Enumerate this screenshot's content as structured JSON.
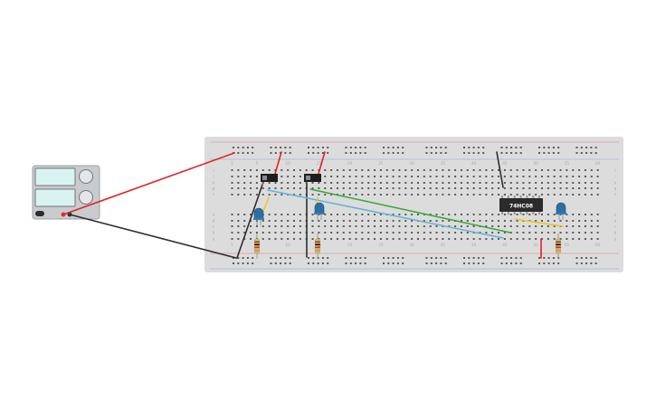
{
  "power_supply": {
    "name": "DC power supply",
    "colors": {
      "body": "#c9cccf",
      "display": "#d9f3f2",
      "knob": "#e4e6e8",
      "plus": "#e03232",
      "minus": "#333333"
    }
  },
  "breadboard": {
    "colors": {
      "board": "#dcdcdc",
      "hole": "#5a5a5a",
      "red_rail": "#d94141",
      "blue_rail": "#4a6fd1",
      "text": "#a9a9a9"
    },
    "column_labels": [
      "1",
      "5",
      "10",
      "15",
      "20",
      "25",
      "30",
      "35",
      "40",
      "45",
      "50",
      "55",
      "60"
    ],
    "row_labels_top": [
      "j",
      "i",
      "h",
      "g",
      "f"
    ],
    "row_labels_bottom": [
      "e",
      "d",
      "c",
      "b",
      "a"
    ]
  },
  "components": {
    "ic": {
      "label": "74HC08",
      "color": "#2b2b2b",
      "text_color": "#ffffff"
    },
    "switches": [
      {
        "name": "slide-switch-1"
      },
      {
        "name": "slide-switch-2"
      }
    ],
    "leds": [
      {
        "name": "led-1",
        "color": "#2e6fa3"
      },
      {
        "name": "led-2",
        "color": "#2e6fa3"
      },
      {
        "name": "led-3",
        "color": "#2e6fa3"
      }
    ],
    "resistors": [
      {
        "name": "resistor-1"
      },
      {
        "name": "resistor-2"
      },
      {
        "name": "resistor-3"
      }
    ]
  },
  "wires": {
    "colors": {
      "red": "#e02424",
      "black": "#2e2e2e",
      "green": "#3aa63a",
      "blue": "#63b3d4",
      "yellow": "#e8c81e"
    }
  }
}
